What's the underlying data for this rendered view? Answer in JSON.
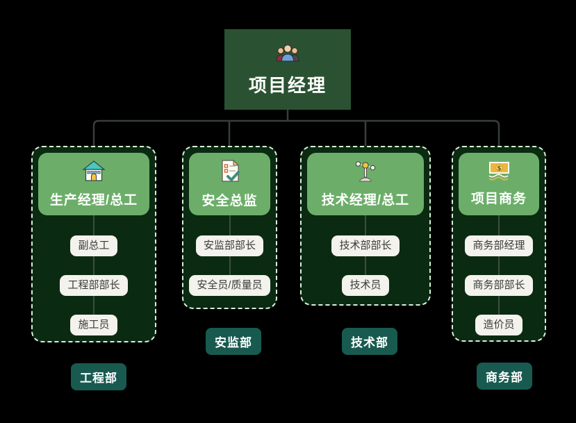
{
  "diagram": {
    "type": "org-chart",
    "background": "#000000"
  },
  "colors": {
    "root_box_bg": "#2a5232",
    "branch_container_bg": "#0b2a12",
    "branch_dashed_border": "#ddefdc",
    "branch_header_bg": "#6cae69",
    "member_pill_bg": "#f3f2ec",
    "member_pill_text": "#3a3a3a",
    "dept_tag_bg": "#185a50",
    "connector_line": "#383d40",
    "title_text": "#ffffff"
  },
  "root": {
    "title": "项目经理",
    "icon": "team-icon"
  },
  "departments": [
    {
      "head": "生产经理/总工",
      "icon": "house-icon",
      "members": [
        "副总工",
        "工程部部长",
        "施工员"
      ],
      "dept_label": "工程部"
    },
    {
      "head": "安全总监",
      "icon": "checklist-icon",
      "members": [
        "安监部部长",
        "安全员/质量员"
      ],
      "dept_label": "安监部"
    },
    {
      "head": "技术经理/总工",
      "icon": "surveying-icon",
      "members": [
        "技术部部长",
        "技术员"
      ],
      "dept_label": "技术部"
    },
    {
      "head": "项目商务",
      "icon": "banknote-icon",
      "members": [
        "商务部经理",
        "商务部部长",
        "造价员"
      ],
      "dept_label": "商务部"
    }
  ]
}
